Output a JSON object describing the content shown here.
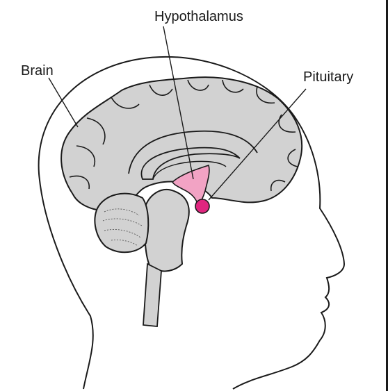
{
  "labels": {
    "hypothalamus": "Hypothalamus",
    "brain": "Brain",
    "pituitary": "Pituitary"
  },
  "colors": {
    "brain_fill": "#d2d2d2",
    "outline": "#1a1a1a",
    "hypothalamus_fill": "#f2a3c4",
    "pituitary_fill": "#e0267f",
    "background": "#ffffff"
  }
}
